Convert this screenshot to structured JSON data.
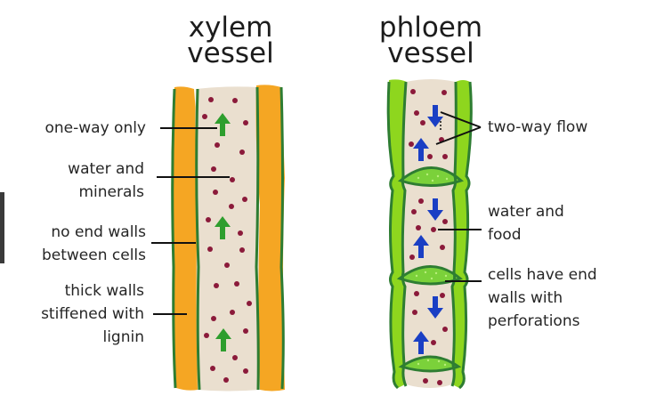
{
  "titles": {
    "xylem": [
      "xylem",
      "vessel"
    ],
    "phloem": [
      "phloem",
      "vessel"
    ]
  },
  "xylem_labels": {
    "one_way": [
      "one-way only"
    ],
    "water_minerals": [
      "water and",
      "minerals"
    ],
    "no_end_walls": [
      "no end walls",
      "between cells"
    ],
    "thick_walls": [
      "thick walls",
      "stiffened with",
      "lignin"
    ]
  },
  "phloem_labels": {
    "two_way": [
      "two-way flow"
    ],
    "water_food": [
      "water and",
      "food"
    ],
    "end_walls": [
      "cells have end",
      "walls with",
      "perforations"
    ]
  },
  "colors": {
    "lignin_orange": "#f5a623",
    "wall_green": "#2e7d32",
    "light_green": "#8ed61e",
    "plate_green": "#7bd13a",
    "lumen_beige": "#eadfcf",
    "dot_maroon": "#8b1a3a",
    "arrow_green": "#2e9e2e",
    "arrow_blue": "#1a3fc4",
    "line_black": "#111111"
  }
}
